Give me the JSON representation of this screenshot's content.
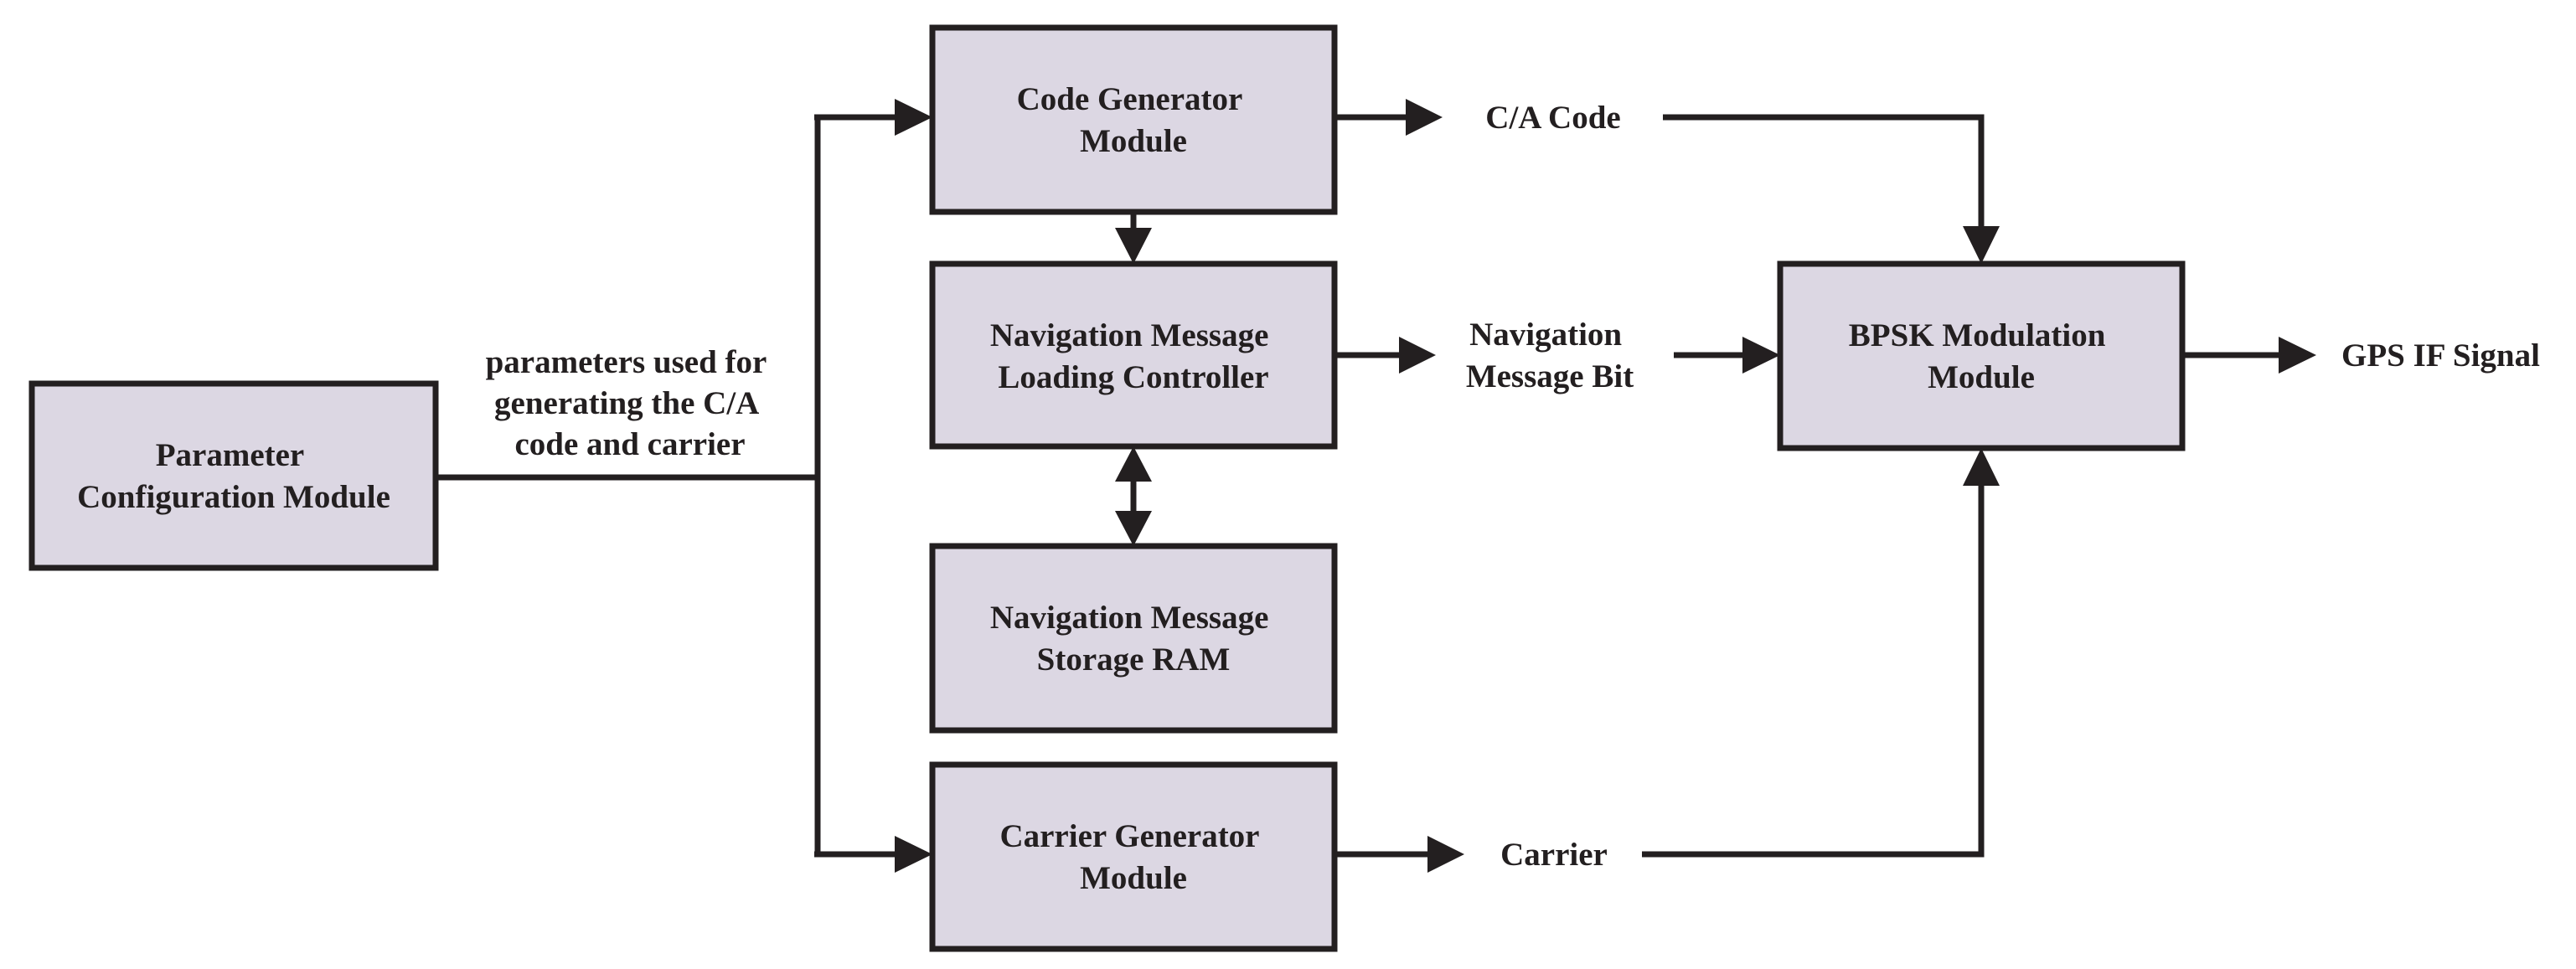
{
  "colors": {
    "block_fill": "#dcd7e3",
    "line": "#231f20",
    "text": "#231f20",
    "background": "#ffffff"
  },
  "blocks": {
    "parameter_config": {
      "lines": [
        "Parameter",
        "Configuration Module"
      ]
    },
    "code_generator": {
      "lines": [
        "Code Generator",
        "Module"
      ]
    },
    "nav_loading": {
      "lines": [
        "Navigation Message",
        "Loading Controller"
      ]
    },
    "nav_storage": {
      "lines": [
        "Navigation Message",
        "Storage RAM"
      ]
    },
    "carrier_generator": {
      "lines": [
        "Carrier Generator",
        "Module"
      ]
    },
    "bpsk": {
      "lines": [
        "BPSK Modulation",
        "Module"
      ]
    }
  },
  "labels": {
    "parameters": [
      "parameters used for",
      "generating the C/A",
      "code and carrier"
    ],
    "ca_code": "C/A Code",
    "nav_bit": [
      "Navigation",
      "Message Bit"
    ],
    "carrier": "Carrier",
    "gps_if": "GPS IF Signal"
  }
}
